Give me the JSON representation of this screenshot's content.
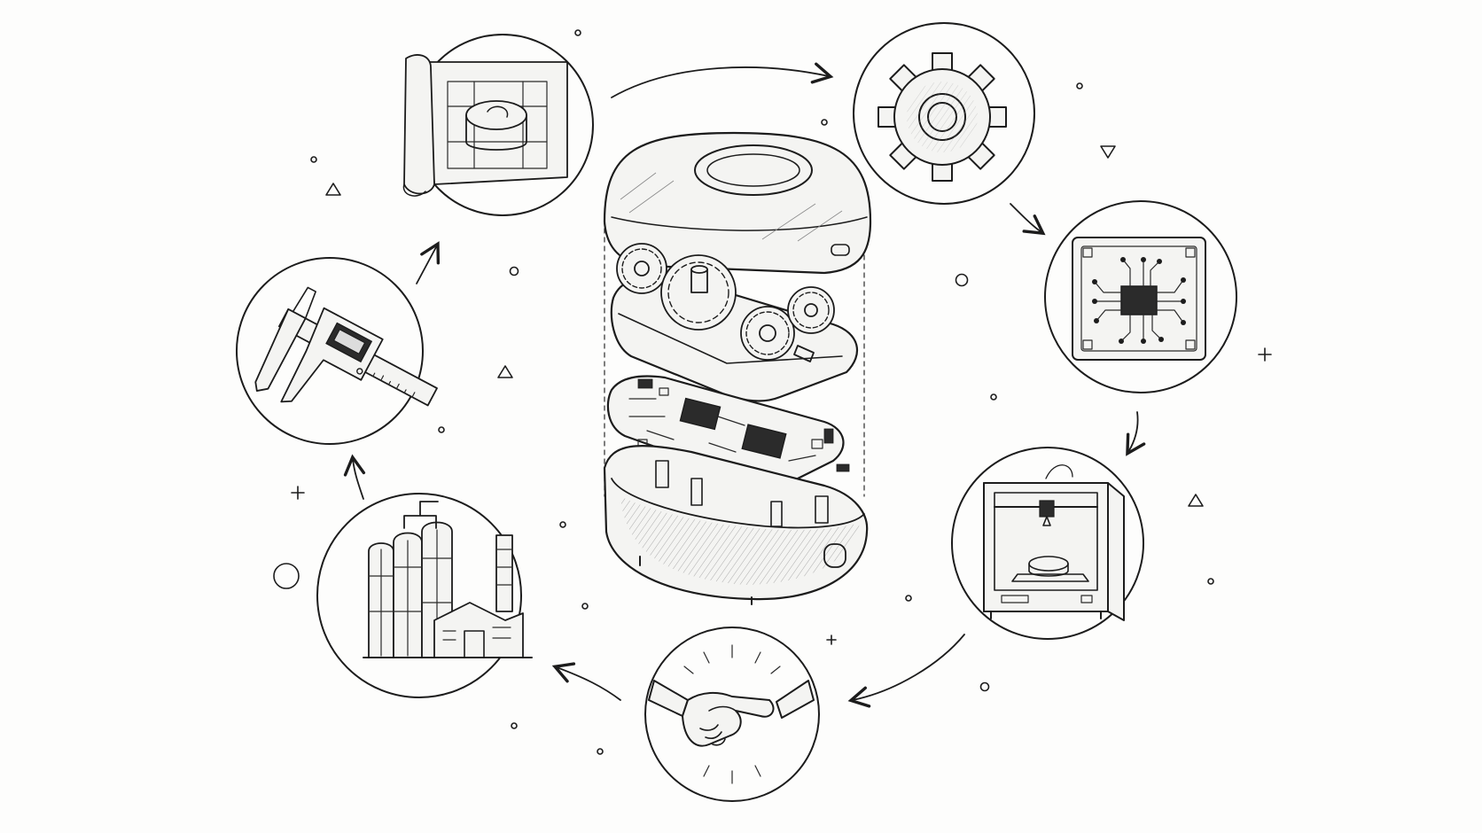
{
  "diagram": {
    "kind": "product-lifecycle-cycle",
    "center": {
      "icon": "exploded-device-icon"
    },
    "steps": [
      {
        "id": "blueprint",
        "icon": "blueprint-icon"
      },
      {
        "id": "gear",
        "icon": "gear-icon"
      },
      {
        "id": "circuit",
        "icon": "circuit-chip-icon"
      },
      {
        "id": "printer",
        "icon": "3d-printer-icon"
      },
      {
        "id": "handshake",
        "icon": "handshake-icon"
      },
      {
        "id": "factory",
        "icon": "factory-icon"
      },
      {
        "id": "caliper",
        "icon": "caliper-icon"
      }
    ],
    "flow_direction": "clockwise",
    "colors": {
      "ink": "#1c1c1c",
      "paper": "#fdfdfc",
      "shade": "#8a8a8a"
    }
  }
}
